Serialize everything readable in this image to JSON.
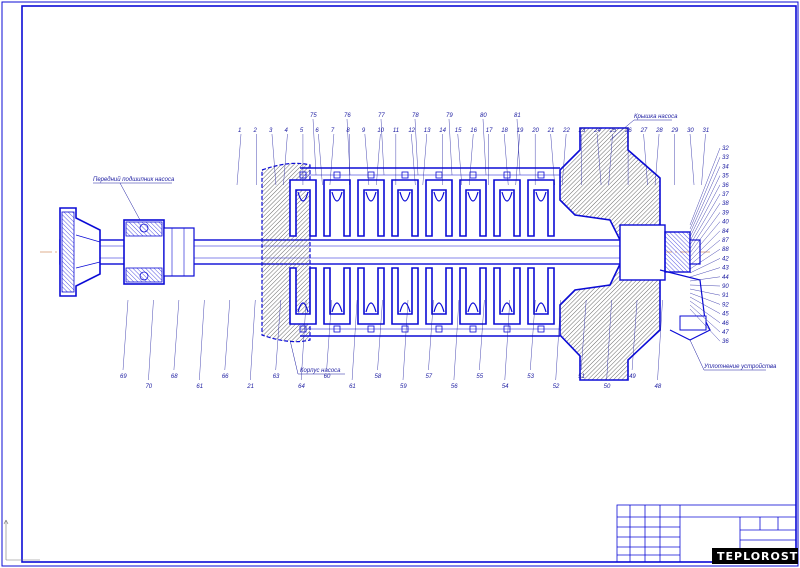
{
  "labels": {
    "front_bearing": "Передний подшипник насоса",
    "pump_cover": "Крышка насоса",
    "pump_body": "Корпус насоса",
    "seal_device": "Уплотнение устройства"
  },
  "brand": "TEPLOROST",
  "callouts_top": [
    "1",
    "2",
    "3",
    "4",
    "5",
    "6",
    "7",
    "8",
    "9",
    "10",
    "11",
    "12",
    "13",
    "14",
    "15",
    "16",
    "17",
    "18",
    "19",
    "20",
    "21",
    "22",
    "23",
    "24",
    "25",
    "26",
    "27",
    "28",
    "29",
    "30",
    "31"
  ],
  "callouts_top_upper": [
    "75",
    "76",
    "77",
    "78",
    "79",
    "80",
    "81"
  ],
  "callouts_right": [
    "32",
    "33",
    "34",
    "35",
    "36",
    "37",
    "38",
    "39",
    "40",
    "84",
    "87",
    "88",
    "42",
    "43",
    "44",
    "90",
    "91",
    "92",
    "45",
    "46",
    "47",
    "36"
  ],
  "callouts_bottom": [
    "69",
    "70",
    "68",
    "61",
    "66",
    "21",
    "63",
    "64",
    "60",
    "61",
    "58",
    "59",
    "57",
    "56",
    "55",
    "54",
    "53",
    "52",
    "51",
    "50",
    "49",
    "48"
  ],
  "colors": {
    "line": "#0b0bd6",
    "dark": "#00008b",
    "hatch": "#555555"
  }
}
